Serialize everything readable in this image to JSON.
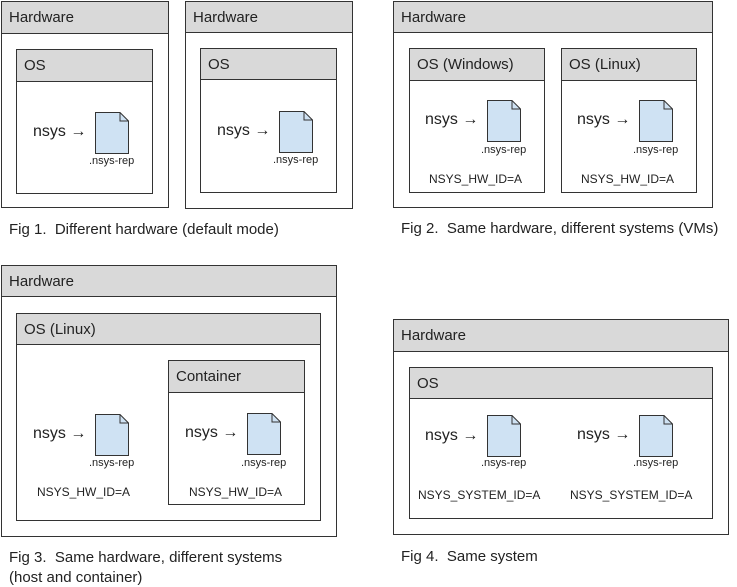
{
  "colors": {
    "header_fill": "#d9d9d9",
    "file_fill": "#cfe2f3",
    "border": "#333333"
  },
  "icons": {
    "file": "document-file-icon",
    "arrow": "→"
  },
  "fig1": {
    "left": {
      "hardware": "Hardware",
      "os": "OS",
      "nsys": "nsys →",
      "file": ".nsys-rep"
    },
    "right": {
      "hardware": "Hardware",
      "os": "OS",
      "nsys": "nsys →",
      "file": ".nsys-rep"
    },
    "caption": "Fig 1.  Different hardware (default mode)"
  },
  "fig2": {
    "hardware": "Hardware",
    "os1": {
      "label": "OS (Windows)",
      "nsys": "nsys →",
      "file": ".nsys-rep",
      "env": "NSYS_HW_ID=A"
    },
    "os2": {
      "label": "OS (Linux)",
      "nsys": "nsys →",
      "file": ".nsys-rep",
      "env": "NSYS_HW_ID=A"
    },
    "caption": "Fig 2.  Same hardware, different systems (VMs)"
  },
  "fig3": {
    "hardware": "Hardware",
    "os": "OS (Linux)",
    "host": {
      "nsys": "nsys →",
      "file": ".nsys-rep",
      "env": "NSYS_HW_ID=A"
    },
    "container": {
      "label": "Container",
      "nsys": "nsys →",
      "file": ".nsys-rep",
      "env": "NSYS_HW_ID=A"
    },
    "caption": "Fig 3.  Same hardware, different systems\n(host and container)"
  },
  "fig4": {
    "hardware": "Hardware",
    "os": "OS",
    "p1": {
      "nsys": "nsys →",
      "file": ".nsys-rep",
      "env": "NSYS_SYSTEM_ID=A"
    },
    "p2": {
      "nsys": "nsys →",
      "file": ".nsys-rep",
      "env": "NSYS_SYSTEM_ID=A"
    },
    "caption": "Fig 4.  Same system"
  }
}
